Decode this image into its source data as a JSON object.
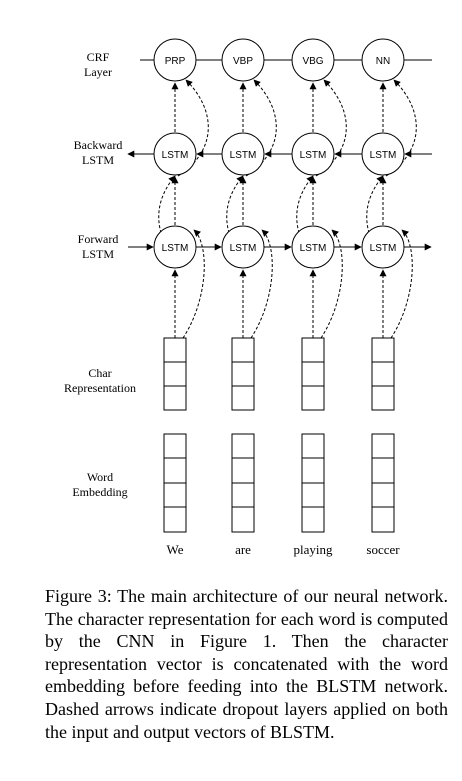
{
  "diagram": {
    "row_labels": {
      "crf": [
        "CRF",
        "Layer"
      ],
      "backward": [
        "Backward",
        "LSTM"
      ],
      "forward": [
        "Forward",
        "LSTM"
      ],
      "char": [
        "Char",
        "Representation"
      ],
      "word": [
        "Word",
        "Embedding"
      ]
    },
    "columns": [
      {
        "tag": "PRP",
        "word": "We"
      },
      {
        "tag": "VBP",
        "word": "are"
      },
      {
        "tag": "VBG",
        "word": "playing"
      },
      {
        "tag": "NN",
        "word": "soccer"
      }
    ],
    "lstm_label": "LSTM"
  },
  "caption": "Figure 3: The main architecture of our neural network. The character representation for each word is computed by the CNN in Figure 1. Then the character representation vector is concatenated with the word embedding before feeding into the BLSTM network. Dashed arrows indicate dropout layers applied on both the input and output vectors of BLSTM."
}
